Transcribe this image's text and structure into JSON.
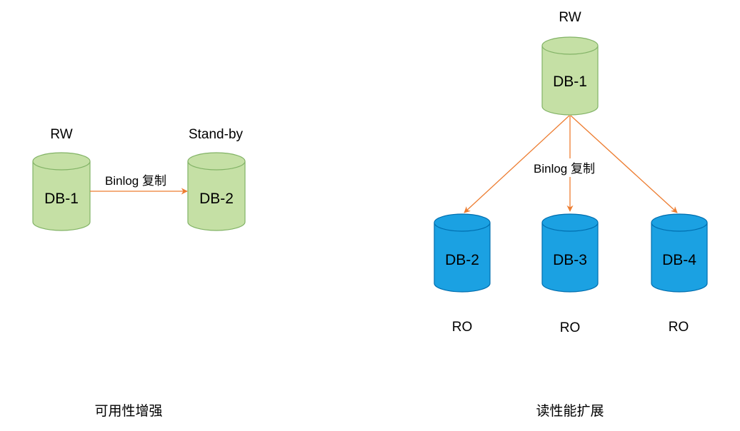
{
  "colors": {
    "primary_fill": "#c5e0a5",
    "primary_stroke": "#82b366",
    "replica_fill": "#1ba1e2",
    "replica_stroke": "#006eaf",
    "arrow": "#ed7d31"
  },
  "left": {
    "caption": "可用性增强",
    "edge_label": "Binlog 复制",
    "nodes": [
      {
        "id": "L1",
        "label": "DB-1",
        "role": "RW",
        "kind": "primary"
      },
      {
        "id": "L2",
        "label": "DB-2",
        "role": "Stand-by",
        "kind": "primary"
      }
    ]
  },
  "right": {
    "caption": "读性能扩展",
    "edge_label": "Binlog 复制",
    "nodes": [
      {
        "id": "R1",
        "label": "DB-1",
        "role": "RW",
        "kind": "primary"
      },
      {
        "id": "R2",
        "label": "DB-2",
        "role": "RO",
        "kind": "replica"
      },
      {
        "id": "R3",
        "label": "DB-3",
        "role": "RO",
        "kind": "replica"
      },
      {
        "id": "R4",
        "label": "DB-4",
        "role": "RO",
        "kind": "replica"
      }
    ]
  }
}
